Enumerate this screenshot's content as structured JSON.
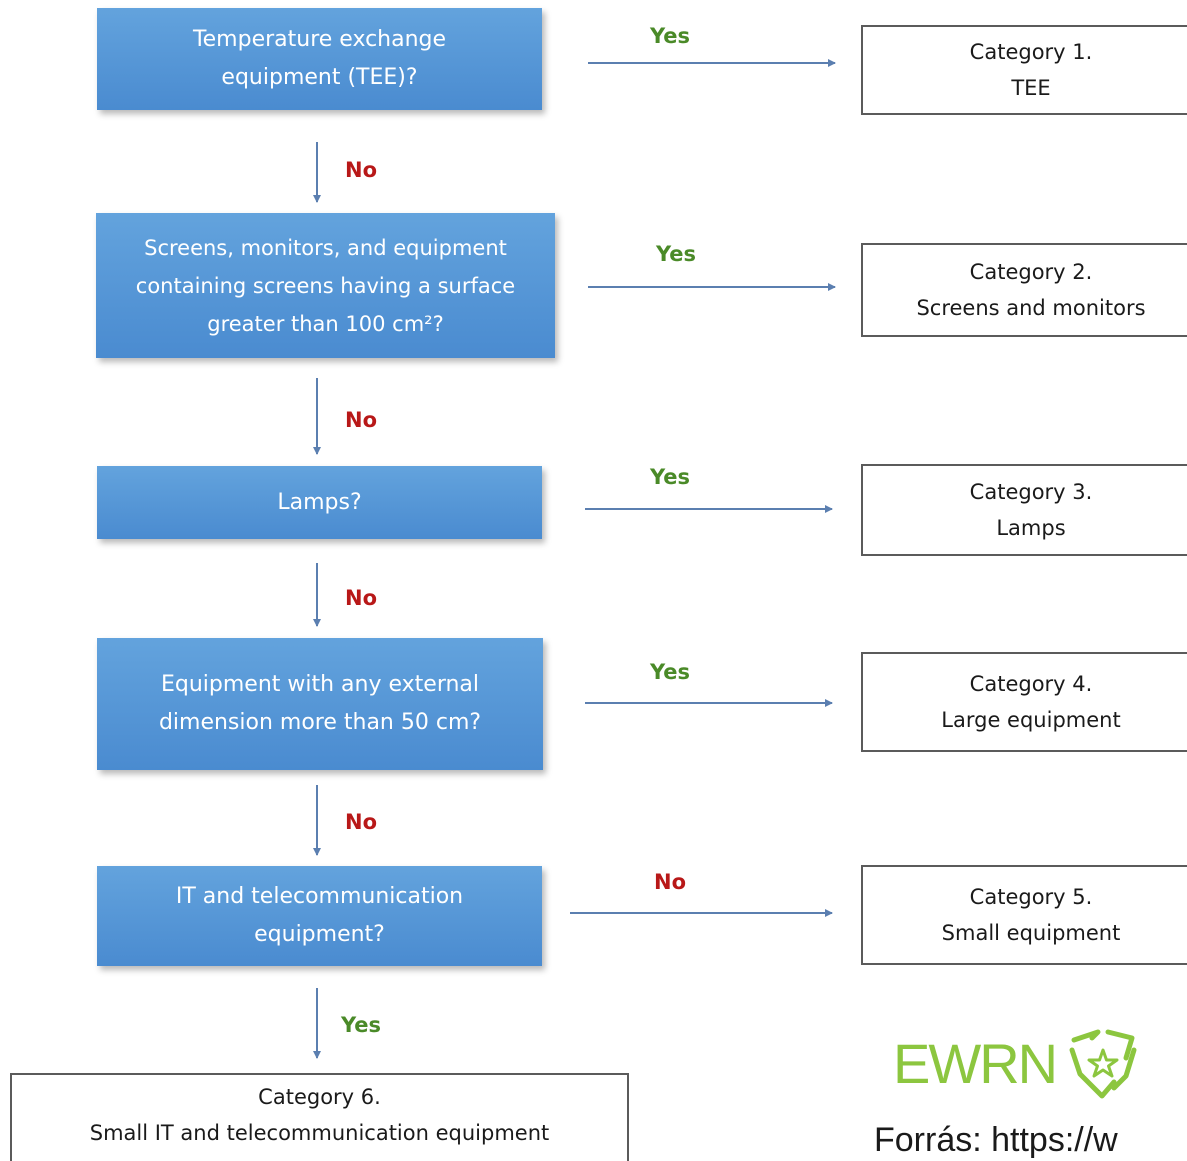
{
  "questions": [
    {
      "lines": [
        "Temperature exchange",
        "equipment (TEE)?"
      ]
    },
    {
      "lines": [
        "Screens, monitors, and equipment",
        "containing screens having a surface",
        "greater than 100 cm²?"
      ]
    },
    {
      "lines": [
        "Lamps?"
      ]
    },
    {
      "lines": [
        "Equipment with any external",
        "dimension more than 50 cm?"
      ]
    },
    {
      "lines": [
        "IT and telecommunication",
        "equipment?"
      ]
    }
  ],
  "categories": [
    {
      "title": "Category 1.",
      "name": "TEE"
    },
    {
      "title": "Category 2.",
      "name": "Screens and monitors"
    },
    {
      "title": "Category 3.",
      "name": "Lamps"
    },
    {
      "title": "Category 4.",
      "name": "Large equipment"
    },
    {
      "title": "Category 5.",
      "name": "Small equipment"
    },
    {
      "title": "Category 6.",
      "name": "Small IT and telecommunication equipment"
    }
  ],
  "edge_labels": {
    "right": [
      "Yes",
      "Yes",
      "Yes",
      "Yes",
      "No"
    ],
    "down": [
      "No",
      "No",
      "No",
      "No",
      "Yes"
    ]
  },
  "colors": {
    "decision_fill": "#4f8fd3",
    "yes_label": "#4a8a28",
    "no_label": "#b81818",
    "arrow": "#5b7fb0",
    "logo": "#8cc63f"
  },
  "logo": {
    "text": "EWRN",
    "icon": "recycle-star-icon"
  },
  "source": "Forrás: https://w"
}
